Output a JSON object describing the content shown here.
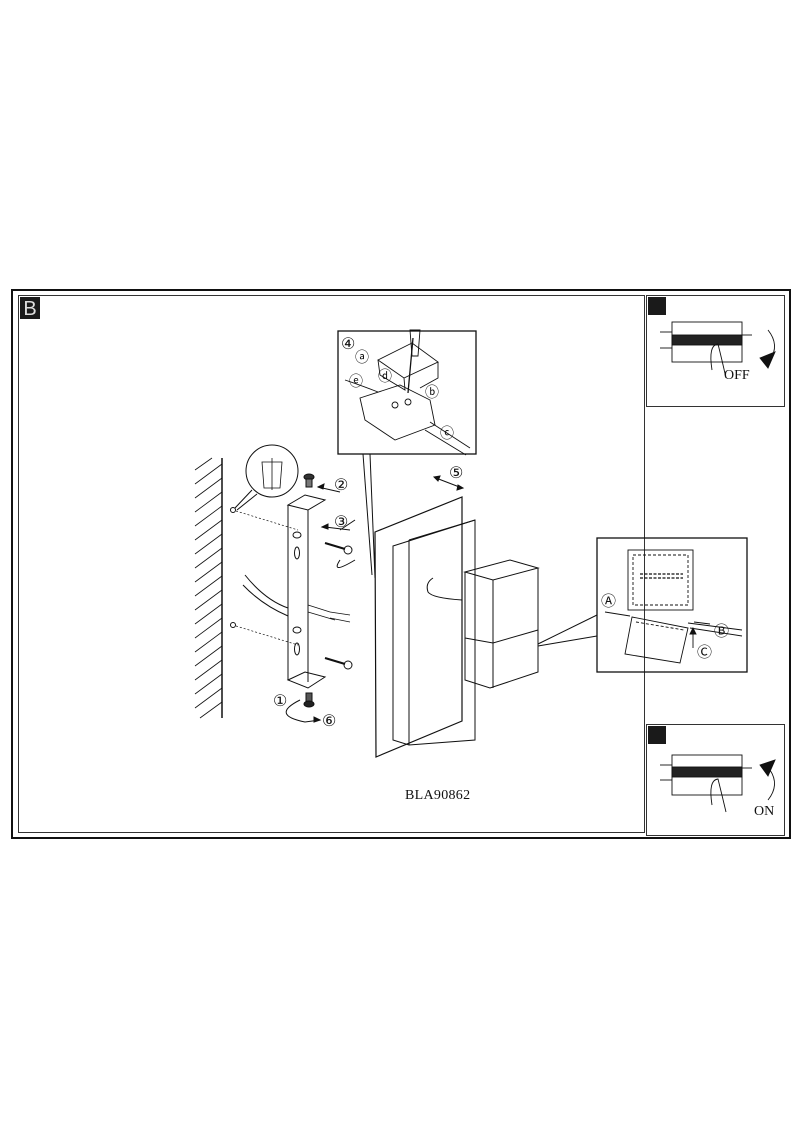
{
  "page": {
    "section_badge": "B",
    "model_code": "BLA90862"
  },
  "panels": {
    "power_off": {
      "badge": "",
      "label": "OFF"
    },
    "power_on": {
      "badge": "",
      "label": "ON"
    }
  },
  "steps": {
    "step1": "①",
    "step2": "②",
    "step3": "③",
    "step4": "④",
    "step5": "⑤",
    "step6": "⑥"
  },
  "wiring_detail": {
    "callouts": [
      "ⓐ",
      "ⓑ",
      "ⓒ",
      "ⓓ",
      "ⓔ"
    ]
  },
  "diffuser_detail": {
    "callouts": [
      "Ⓐ",
      "Ⓑ",
      "Ⓒ"
    ]
  },
  "colors": {
    "line": "#111111",
    "badge_bg": "#1a1a1a",
    "paper": "#ffffff"
  }
}
